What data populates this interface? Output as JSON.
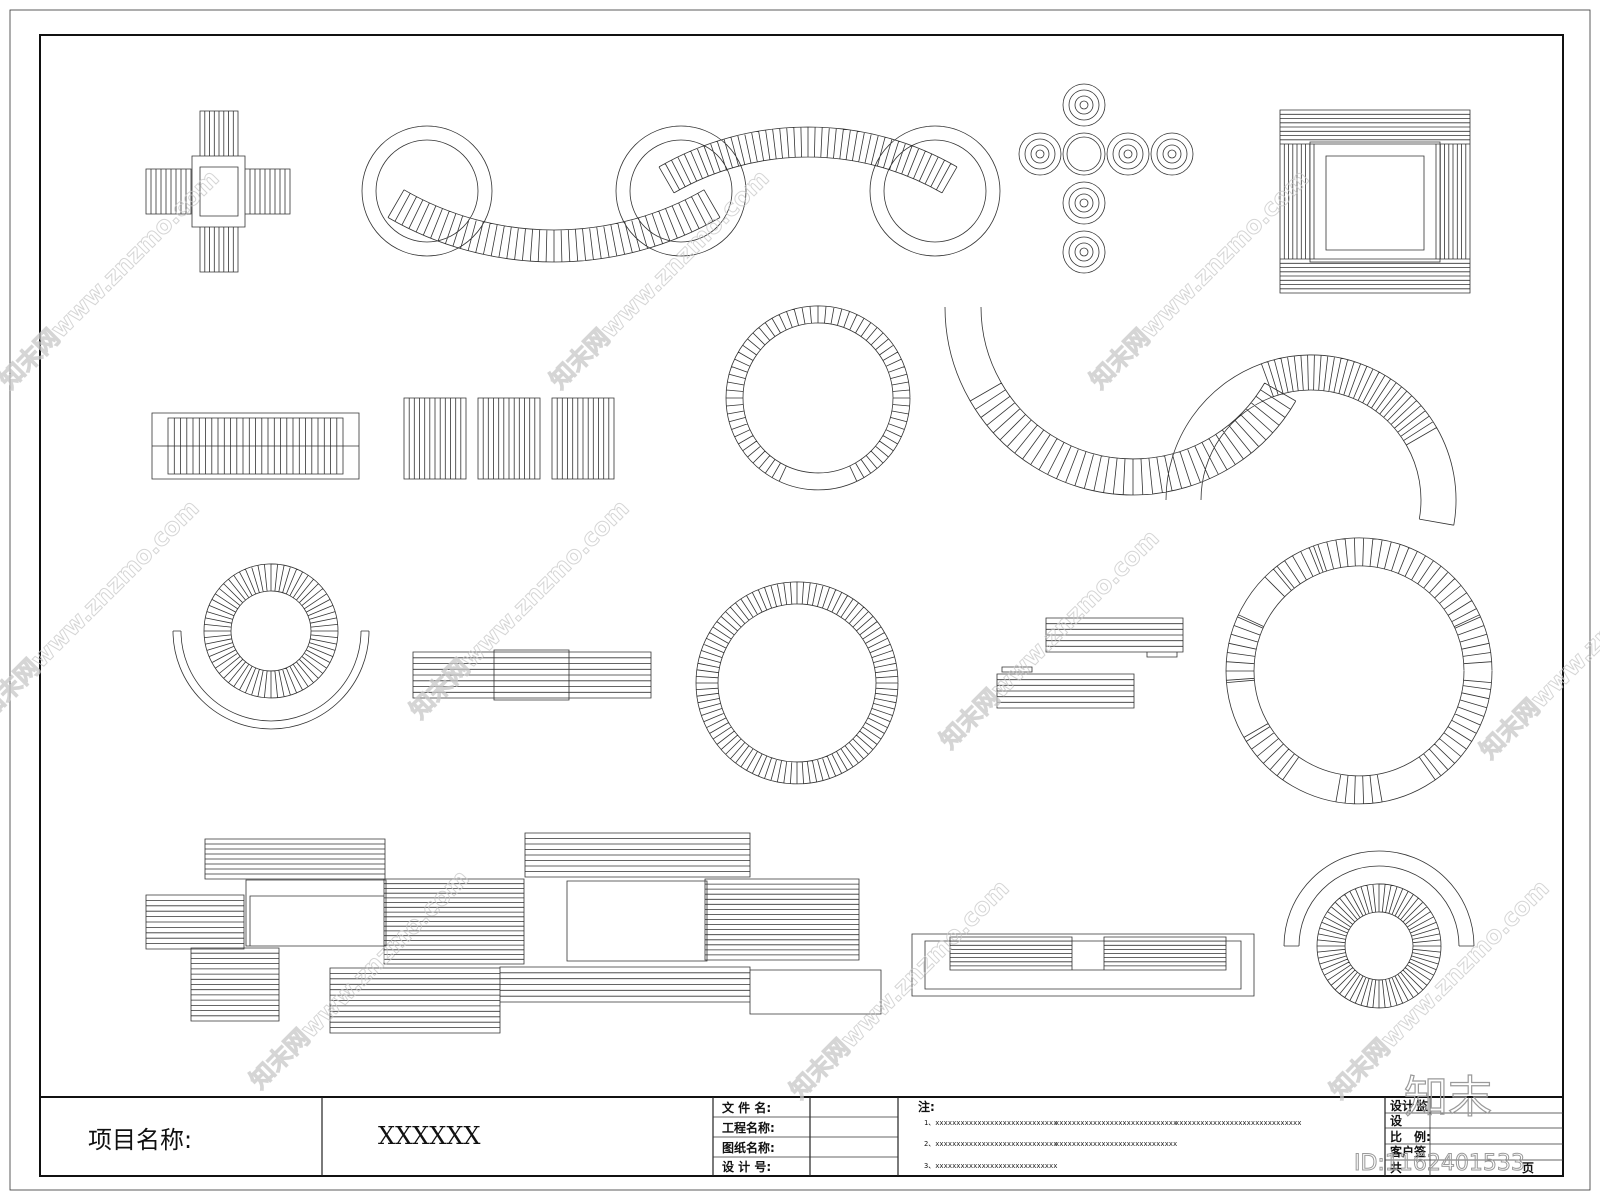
{
  "title_block": {
    "project_label": "项目名称:",
    "project_value": "XXXXXX",
    "fields": [
      "文 件 名:",
      "工程名称:",
      "图纸名称:",
      "设 计 号:"
    ],
    "notes_label": "注:",
    "notes": [
      [
        "1、xxxxxxxxxxxxxxxxxxxxxxxxxxxxx",
        "xxxxxxxxxxxxxxxxxxxxxxxxxxxxx",
        "xxxxxxxxxxxxxxxxxxxxxxxxxxxxxx"
      ],
      [
        "2、xxxxxxxxxxxxxxxxxxxxxxxxxxxxx",
        "xxxxxxxxxxxxxxxxxxxxxxxxxxxxx"
      ],
      [
        "3、xxxxxxxxxxxxxxxxxxxxxxxxxxxxx"
      ]
    ],
    "right_fields": [
      "设计",
      "设",
      "比　例:",
      "客户签",
      "共"
    ],
    "right_fields_suffix": [
      "监",
      "",
      "",
      "",
      "页"
    ]
  },
  "watermark": {
    "text": "知末网www.znzmo.com",
    "logo": "知末",
    "id": "ID:1162401533"
  }
}
